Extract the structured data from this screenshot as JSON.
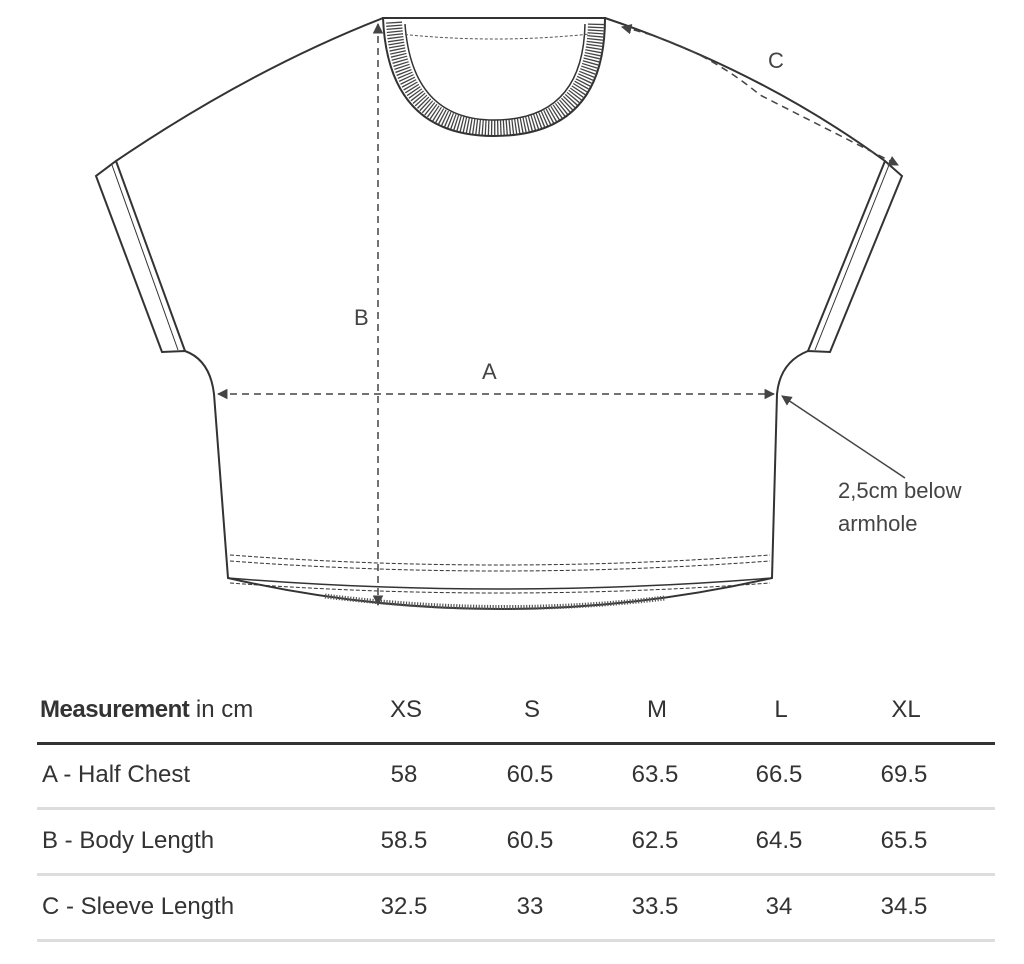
{
  "diagram": {
    "labels": {
      "a": "A",
      "b": "B",
      "c": "C"
    },
    "note_line1": "2,5cm below",
    "note_line2": "armhole"
  },
  "table": {
    "header": {
      "bold": "Measurement",
      "unit": " in cm"
    },
    "sizes": [
      "XS",
      "S",
      "M",
      "L",
      "XL"
    ],
    "rows": [
      {
        "label": "A - Half Chest",
        "values": [
          "58",
          "60.5",
          "63.5",
          "66.5",
          "69.5"
        ]
      },
      {
        "label": "B - Body Length",
        "values": [
          "58.5",
          "60.5",
          "62.5",
          "64.5",
          "65.5"
        ]
      },
      {
        "label": "C - Sleeve Length",
        "values": [
          "32.5",
          "33",
          "33.5",
          "34",
          "34.5"
        ]
      }
    ]
  },
  "colors": {
    "line": "#333333",
    "rule_light": "#d9d9d9",
    "rule_dark": "#333333"
  }
}
